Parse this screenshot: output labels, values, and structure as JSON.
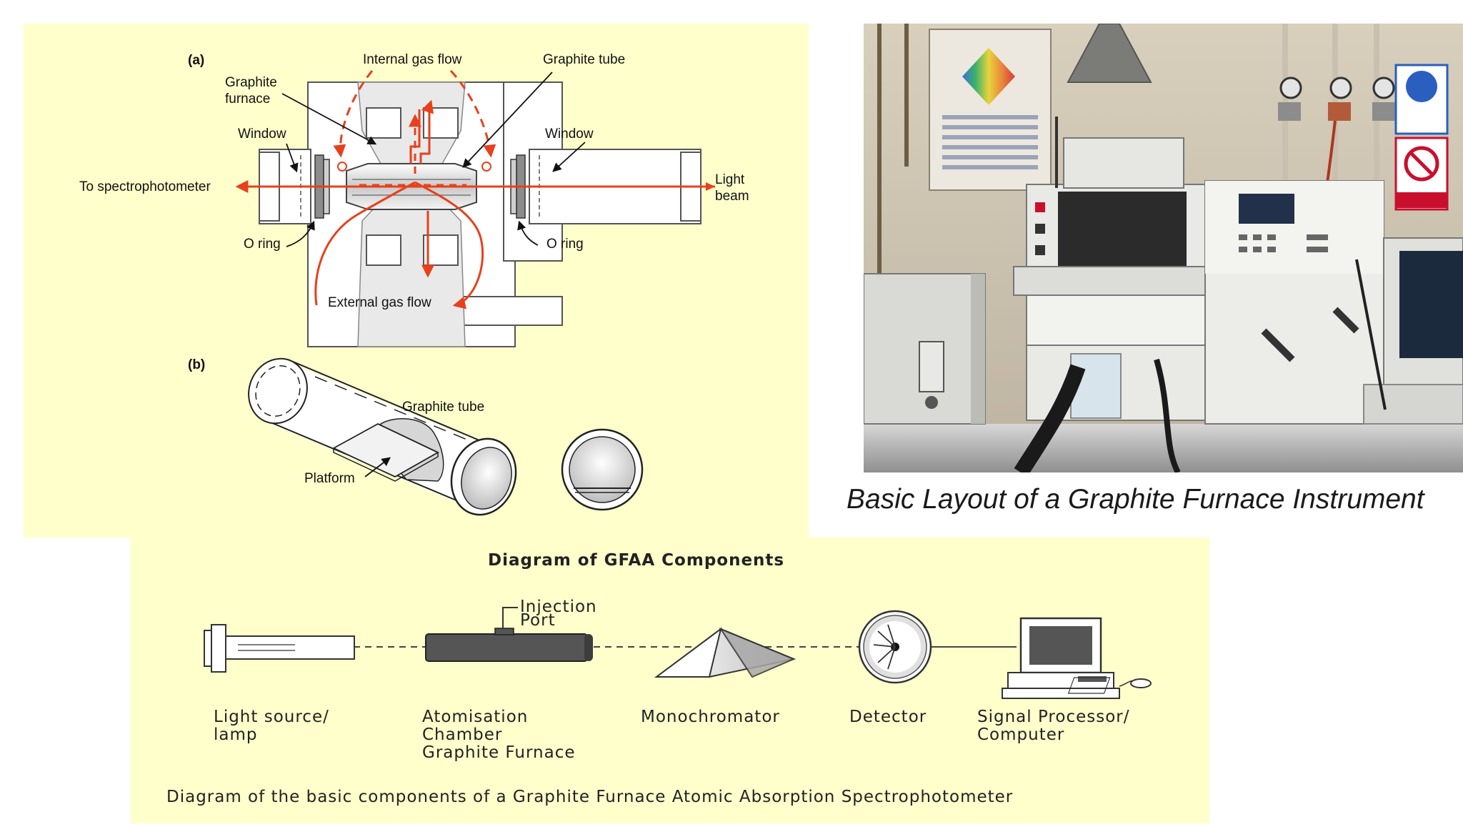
{
  "furnace_diagram": {
    "part_a": {
      "label": "(a)",
      "internal_gas_flow": "Internal gas flow",
      "graphite_tube": "Graphite tube",
      "graphite_furnace_line1": "Graphite",
      "graphite_furnace_line2": "furnace",
      "window_left": "Window",
      "window_right": "Window",
      "to_spectrophotometer": "To spectrophotometer",
      "light_beam_line1": "Light",
      "light_beam_line2": "beam",
      "o_ring_left": "O ring",
      "o_ring_right": "O ring",
      "external_gas_flow": "External gas flow"
    },
    "part_b": {
      "label": "(b)",
      "graphite_tube": "Graphite tube",
      "platform": "Platform"
    },
    "colors": {
      "panel_bg": "#ffffcc",
      "flow_arrows": "#e8401c"
    }
  },
  "photo": {
    "caption": "Basic Layout of a Graphite Furnace Instrument"
  },
  "components_diagram": {
    "title": "Diagram of GFAA Components",
    "injection_port_line1": "Injection",
    "injection_port_line2": "Port",
    "components": [
      {
        "lines": [
          "Light source/",
          "lamp"
        ]
      },
      {
        "lines": [
          "Atomisation",
          "Chamber",
          "Graphite Furnace"
        ]
      },
      {
        "lines": [
          "Monochromator"
        ]
      },
      {
        "lines": [
          "Detector"
        ]
      },
      {
        "lines": [
          "Signal Processor/",
          "Computer"
        ]
      }
    ],
    "footer": "Diagram of the basic components of a Graphite Furnace Atomic Absorption Spectrophotometer"
  }
}
